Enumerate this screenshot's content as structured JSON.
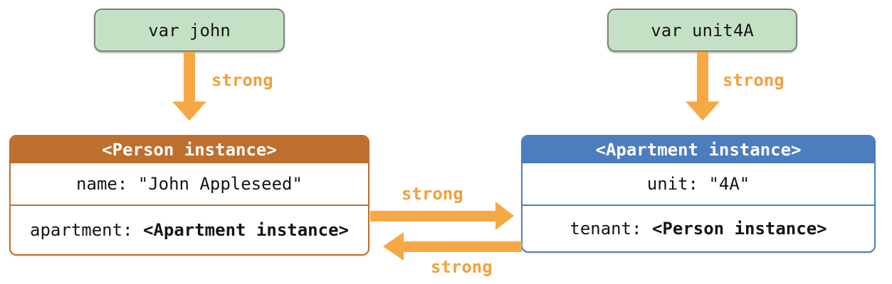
{
  "var_boxes": [
    {
      "label": "var john"
    },
    {
      "label": "var unit4A"
    }
  ],
  "person_box": {
    "title": "<Person instance>",
    "rows": [
      {
        "plain": "name: \"John Appleseed\"",
        "bold": ""
      },
      {
        "plain": "apartment: ",
        "bold": "<Apartment instance>"
      }
    ]
  },
  "apartment_box": {
    "title": "<Apartment instance>",
    "rows": [
      {
        "plain": "unit: \"4A\"",
        "bold": ""
      },
      {
        "plain": "tenant: ",
        "bold": "<Person instance>"
      }
    ]
  },
  "strong_labels": {
    "john_to_person": "strong",
    "unit4a_to_apartment": "strong",
    "person_to_apartment": "strong",
    "apartment_to_person": "strong"
  },
  "colors": {
    "variable_box_fill": "#c5e1c5",
    "variable_box_border": "#7f7f7f",
    "person_accent": "#bd6f2e",
    "apartment_accent": "#4b7dbf",
    "arrow_fill": "#f6a845",
    "strong_label_text": "#f1a13c"
  }
}
